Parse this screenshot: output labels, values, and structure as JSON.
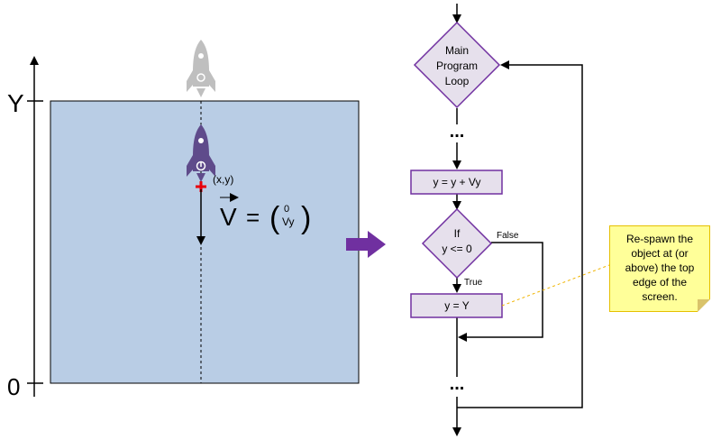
{
  "left_panel": {
    "axis_top_label": "Y",
    "axis_bottom_label": "0",
    "position_label": "(x,y)",
    "vector_symbol": "V",
    "equals": "=",
    "paren_open": "(",
    "paren_close": ")",
    "vector_x": "0",
    "vector_y": "Vy",
    "colors": {
      "screen_fill": "#b9cde5",
      "rocket": "#5f4b8b",
      "ghost_rocket": "#bfbfbf",
      "position_marker": "#e8000b"
    }
  },
  "transition_arrow": {
    "color": "#7030a0"
  },
  "flowchart": {
    "main_loop_lines": [
      "Main",
      "Program",
      "Loop"
    ],
    "ellipsis_top": "...",
    "update_box": "y = y + Vy",
    "condition_lines": [
      "If",
      "y <= 0"
    ],
    "false_label": "False",
    "true_label": "True",
    "respawn_box": "y = Y",
    "ellipsis_bottom": "...",
    "colors": {
      "shape_fill": "#e6e0ec",
      "shape_stroke": "#7030a0"
    }
  },
  "note": {
    "lines": [
      "Re-spawn the",
      "object at (or",
      "above) the top",
      "edge of the",
      "screen."
    ],
    "colors": {
      "fill": "#ffff99",
      "border": "#e6c000",
      "connector": "#f0b400"
    }
  }
}
